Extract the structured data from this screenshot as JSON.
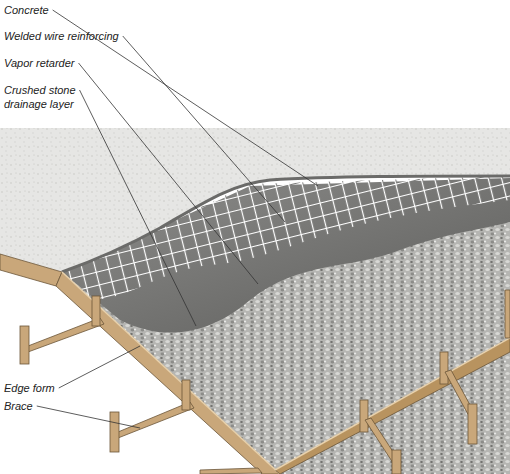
{
  "diagram": {
    "labels": [
      "Concrete",
      "Welded wire reinforcing",
      "Vapor retarder",
      "Crushed stone drainage layer",
      "Edge form",
      "Brace"
    ]
  }
}
